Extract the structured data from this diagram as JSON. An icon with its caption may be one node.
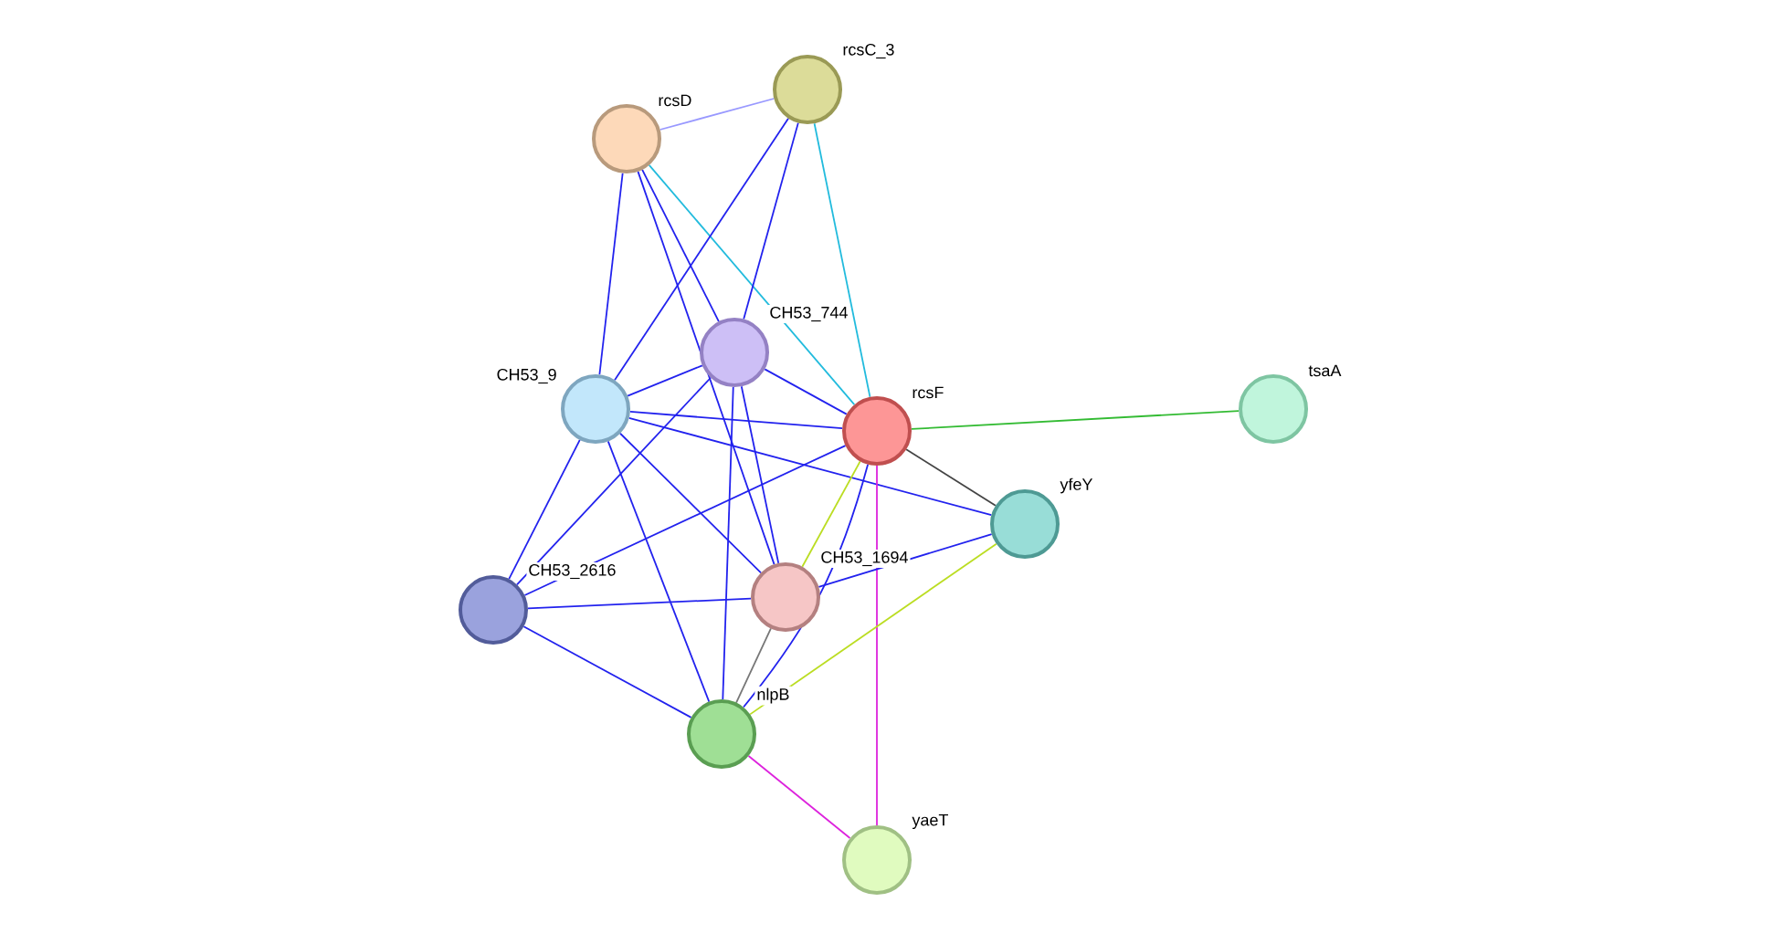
{
  "diagram": {
    "nodes": [
      {
        "text": [
          "rcsD"
        ]
      },
      {
        "text": [
          "rcsC_3"
        ]
      },
      {
        "text": [
          "CH53_744"
        ]
      },
      {
        "text": [
          "CH53_9"
        ]
      },
      {
        "text": [
          "rcsF"
        ]
      },
      {
        "text": [
          "tsaA"
        ]
      },
      {
        "text": [
          "yfeY"
        ]
      },
      {
        "text": [
          "CH53_2616"
        ]
      },
      {
        "text": [
          "CH53_1694"
        ]
      },
      {
        "text": [
          "nlpB"
        ]
      },
      {
        "text": [
          "yaeT"
        ]
      }
    ],
    "edges": [
      {
        "from": 0,
        "to": 1,
        "arrow": "none",
        "color": "#9999ff"
      },
      {
        "from": 0,
        "to": 3,
        "arrow": "none"
      },
      {
        "from": 0,
        "to": 2,
        "arrow": "none"
      },
      {
        "from": 0,
        "to": 8,
        "arrow": "none"
      },
      {
        "from": 0,
        "to": 4,
        "arrow": "none",
        "color": "#22bbdd"
      },
      {
        "from": 1,
        "to": 3,
        "arrow": "none"
      },
      {
        "from": 1,
        "to": 2,
        "arrow": "none"
      },
      {
        "from": 1,
        "to": 4,
        "arrow": "none",
        "color": "#22bbdd"
      },
      {
        "from": 2,
        "to": 4,
        "arrow": "none"
      },
      {
        "from": 2,
        "to": 3,
        "arrow": "none"
      },
      {
        "from": 2,
        "to": 7,
        "arrow": "none"
      },
      {
        "from": 2,
        "to": 8,
        "arrow": "none"
      },
      {
        "from": 2,
        "to": 9,
        "arrow": "none"
      },
      {
        "from": 3,
        "to": 4,
        "arrow": "none"
      },
      {
        "from": 3,
        "to": 6,
        "arrow": "none"
      },
      {
        "from": 3,
        "to": 7,
        "arrow": "none"
      },
      {
        "from": 3,
        "to": 8,
        "arrow": "none"
      },
      {
        "from": 3,
        "to": 9,
        "arrow": "none"
      },
      {
        "from": 4,
        "to": 5,
        "arrow": "none",
        "color": "#33bb33"
      },
      {
        "from": 4,
        "to": 6,
        "arrow": "none",
        "color": "#444444"
      },
      {
        "from": 4,
        "to": 7,
        "arrow": "none"
      },
      {
        "from": 4,
        "to": 8,
        "arrow": "none",
        "color": "#bbdd22"
      },
      {
        "from": 4,
        "to": 9,
        "arrow": "none"
      },
      {
        "from": 4,
        "to": 10,
        "arrow": "none",
        "color": "#dd22dd"
      },
      {
        "from": 6,
        "to": 8,
        "arrow": "none"
      },
      {
        "from": 6,
        "to": 9,
        "arrow": "none",
        "color": "#bbdd22"
      },
      {
        "from": 7,
        "to": 8,
        "arrow": "none"
      },
      {
        "from": 7,
        "to": 9,
        "arrow": "none"
      },
      {
        "from": 8,
        "to": 9,
        "arrow": "none",
        "color": "#777777"
      },
      {
        "from": 9,
        "to": 10,
        "arrow": "none",
        "color": "#dd22dd"
      }
    ]
  }
}
